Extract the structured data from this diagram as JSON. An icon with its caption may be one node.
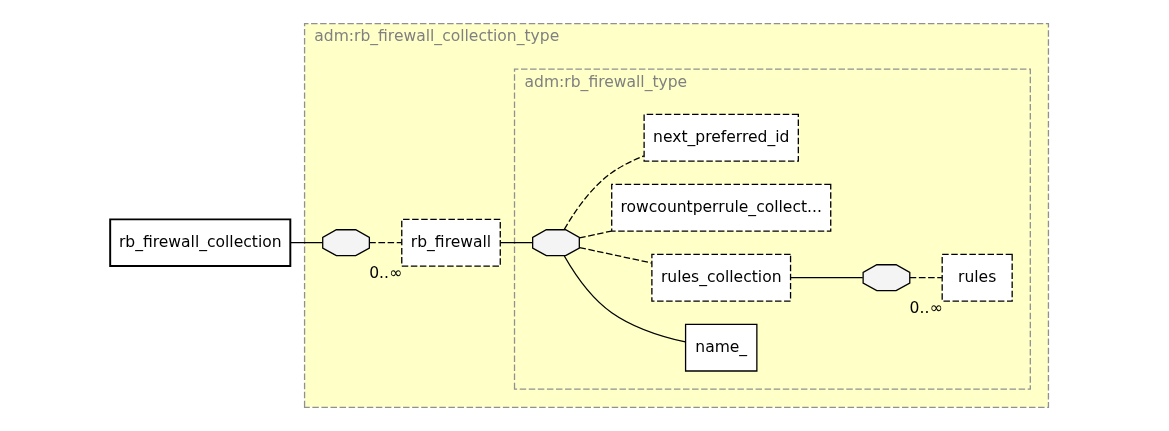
{
  "diagram": {
    "nodes": [
      {
        "text": [
          "rb_firewall_collection"
        ]
      },
      {
        "text": [
          "adm:rb_firewall_collection_type"
        ]
      },
      {
        "text": [],
        "shape": "octagon",
        "in": 1
      },
      {
        "text": [
          "rb_firewall"
        ],
        "in": 1,
        "beside": [
          "0..∞"
        ]
      },
      {
        "text": [
          "adm:rb_firewall_type"
        ],
        "in": 1
      },
      {
        "text": [],
        "shape": "octagon",
        "in": 4
      },
      {
        "text": [
          "name_"
        ],
        "in": 4
      },
      {
        "text": [
          "rules_collection"
        ],
        "in": 4
      },
      {
        "text": [],
        "shape": "octagon",
        "in": 4
      },
      {
        "text": [
          "rules"
        ],
        "in": 4,
        "beside": [
          "0..∞"
        ]
      },
      {
        "text": [
          "rowcountperrule_collect..."
        ],
        "in": 4
      },
      {
        "text": [
          "next_preferred_id"
        ],
        "in": 4
      }
    ],
    "edges": [
      {
        "from": 0,
        "to": 2,
        "arrow": "none"
      },
      {
        "from": 2,
        "to": 3,
        "arrow": "none",
        "style": "dashed"
      },
      {
        "from": 3,
        "to": 5,
        "arrow": "none"
      },
      {
        "from": 5,
        "to": 6,
        "arrow": "none"
      },
      {
        "from": 5,
        "to": 7,
        "arrow": "none",
        "style": "dashed"
      },
      {
        "from": 7,
        "to": 8,
        "arrow": "none"
      },
      {
        "from": 8,
        "to": 9,
        "arrow": "none",
        "style": "dashed"
      },
      {
        "from": 5,
        "to": 10,
        "arrow": "none",
        "style": "dashed"
      },
      {
        "from": 5,
        "to": 11,
        "arrow": "none",
        "style": "dashed"
      }
    ]
  }
}
